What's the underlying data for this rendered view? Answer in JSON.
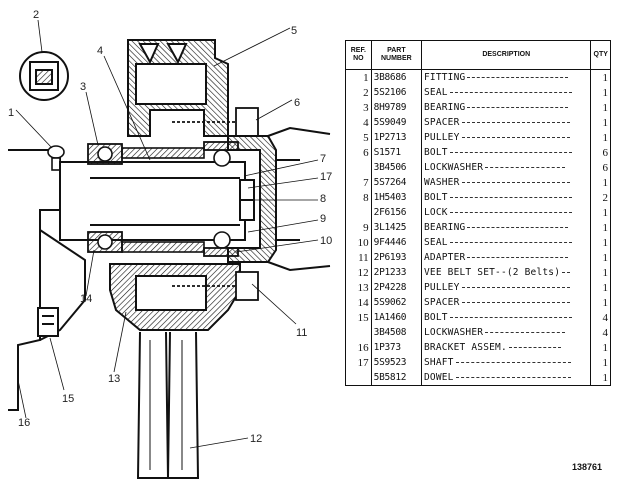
{
  "callouts": [
    "1",
    "2",
    "3",
    "4",
    "5",
    "6",
    "7",
    "17",
    "8",
    "9",
    "10",
    "11",
    "12",
    "13",
    "14",
    "15",
    "16"
  ],
  "table": {
    "headers": {
      "no": "REF. NO",
      "part": "PART NUMBER",
      "description": "DESCRIPTION",
      "qty": "QTY"
    },
    "rows": [
      {
        "no": "1",
        "part": "3B8686",
        "description": "FITTING",
        "qty": "1"
      },
      {
        "no": "2",
        "part": "5S2106",
        "description": "SEAL",
        "qty": "1"
      },
      {
        "no": "3",
        "part": "8H9789",
        "description": "BEARING",
        "qty": "1"
      },
      {
        "no": "4",
        "part": "5S9049",
        "description": "SPACER",
        "qty": "1"
      },
      {
        "no": "5",
        "part": "1P2713",
        "description": "PULLEY",
        "qty": "1"
      },
      {
        "no": "6",
        "part": "S1571",
        "description": "BOLT",
        "qty": "6"
      },
      {
        "no": "",
        "part": "3B4506",
        "description": "LOCKWASHER",
        "qty": "6"
      },
      {
        "no": "7",
        "part": "5S7264",
        "description": "WASHER",
        "qty": "1"
      },
      {
        "no": "8",
        "part": "1H5403",
        "description": "BOLT",
        "qty": "2"
      },
      {
        "no": "",
        "part": "2F6156",
        "description": "LOCK",
        "qty": "1"
      },
      {
        "no": "9",
        "part": "3L1425",
        "description": "BEARING",
        "qty": "1"
      },
      {
        "no": "10",
        "part": "9F4446",
        "description": "SEAL",
        "qty": "1"
      },
      {
        "no": "11",
        "part": "2P6193",
        "description": "ADAPTER",
        "qty": "1"
      },
      {
        "no": "12",
        "part": "2P1233",
        "description": "VEE BELT SET--(2 Belts)",
        "qty": "1"
      },
      {
        "no": "13",
        "part": "2P4228",
        "description": "PULLEY",
        "qty": "1"
      },
      {
        "no": "14",
        "part": "5S9062",
        "description": "SPACER",
        "qty": "1"
      },
      {
        "no": "15",
        "part": "1A1460",
        "description": "BOLT",
        "qty": "4"
      },
      {
        "no": "",
        "part": "3B4508",
        "description": "LOCKWASHER",
        "qty": "4"
      },
      {
        "no": "16",
        "part": "1P373",
        "description": "BRACKET ASSEM.",
        "qty": "1"
      },
      {
        "no": "17",
        "part": "5S9523",
        "description": "SHAFT",
        "qty": "1"
      },
      {
        "no": "",
        "part": "5B5812",
        "description": "DOWEL",
        "qty": "1"
      }
    ]
  },
  "figure_number": "138761"
}
